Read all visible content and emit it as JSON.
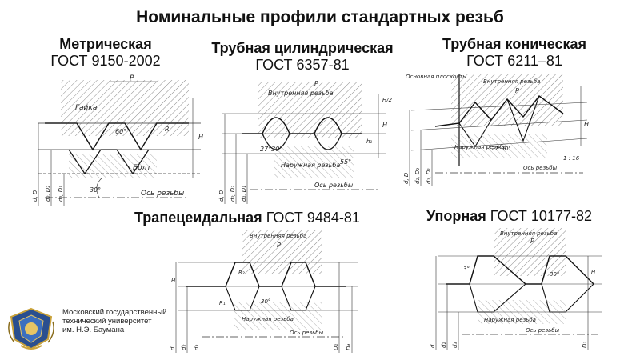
{
  "slide": {
    "title": "Номинальные профили стандартных резьб"
  },
  "panels": {
    "metric": {
      "name": "Метрическая",
      "standard": "ГОСТ 9150-2002",
      "labels": {
        "nut": "Гайка",
        "bolt": "Болт",
        "axis": "Ось резьбы",
        "pitch": "P",
        "angle": "60°",
        "angle2": "30°",
        "h": "H",
        "d": "d, D",
        "d2": "d₂, D₂",
        "d1": "d₁, D₁",
        "radius": "R"
      }
    },
    "pipe_cyl": {
      "name": "Трубная цилиндрическая",
      "standard": "ГОСТ 6357-81",
      "labels": {
        "internal": "Внутренняя резьба",
        "external": "Наружная резьба",
        "axis": "Ось резьбы",
        "pitch": "P",
        "angle": "27°30'",
        "angle2": "55°",
        "h": "H",
        "h1": "h₁",
        "d": "d, D",
        "d2": "d₂, D₂",
        "d1": "d₁, D₁",
        "h2": "H/2"
      }
    },
    "pipe_con": {
      "name": "Трубная коническая",
      "standard": "ГОСТ 6211–81",
      "labels": {
        "main_plane": "Основная плоскость",
        "internal": "Внутренняя резьба",
        "external": "Наружная резьба",
        "axis": "Ось резьбы",
        "pitch": "P",
        "angle": "27°30'",
        "taper": "1 : 16",
        "h": "H",
        "d": "d, D",
        "d2": "d₂, D₂",
        "d1": "d₁, D₁"
      }
    },
    "trapezoid": {
      "name": "Трапецеидальная",
      "standard": "ГОСТ 9484-81",
      "labels": {
        "internal": "Внутренняя резьба",
        "external": "Наружная резьба",
        "axis": "Ось резьбы",
        "pitch": "P",
        "angle": "30°",
        "h": "H",
        "r1": "R₁",
        "r2": "R₂",
        "d": "d",
        "d2": "d₂",
        "d3": "d₃",
        "d1": "D₁",
        "d4": "D₄"
      }
    },
    "buttress": {
      "name": "Упорная",
      "standard": "ГОСТ 10177-82",
      "labels": {
        "internal": "Внутренняя резьба",
        "external": "Наружная резьба",
        "axis": "Ось резьбы",
        "pitch": "P",
        "angle": "30°",
        "angle2": "3°",
        "h": "H",
        "d": "d",
        "d2": "d₂",
        "d3": "d₃",
        "d1": "D₁"
      }
    }
  },
  "university": {
    "line1": "Московский государственный",
    "line2": "технический университет",
    "line3": "им. Н.Э. Баумана"
  }
}
